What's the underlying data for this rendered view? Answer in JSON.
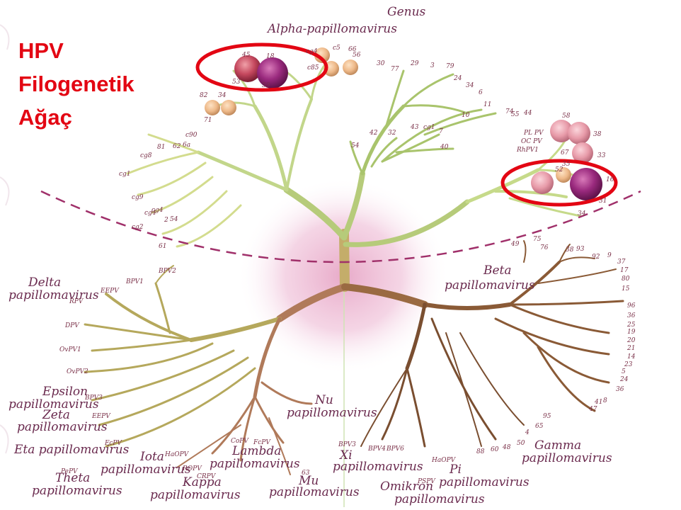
{
  "title_lines": [
    "HPV",
    "Filogenetik",
    "Ağaç"
  ],
  "colors": {
    "title": "#e30613",
    "highlight_ring": "#e30613",
    "dashed_line": "#a0306a",
    "upper_branch": "#b7d07a",
    "lower_left_branch": "#b3a65a",
    "lower_right_branch": "#8a5a36",
    "label": "#6a2a4e",
    "center_glow": "#e7a6c6"
  },
  "genus_labels": {
    "genus_word": "Genus",
    "alpha": "Alpha-papillomavirus",
    "beta_1": "Beta",
    "beta_2": "papillomavirus",
    "delta_1": "Delta",
    "delta_2": "papillomavirus",
    "epsilon_1": "Epsilon",
    "epsilon_2": "papillomavirus",
    "zeta_1": "Zeta",
    "zeta_2": "papillomavirus",
    "eta": "Eta papillomavirus",
    "theta_1": "Theta",
    "theta_2": "papillomavirus",
    "iota_1": "Iota",
    "iota_2": "papillomavirus",
    "kappa_1": "Kappa",
    "kappa_2": "papillomavirus",
    "lambda_1": "Lambda",
    "lambda_2": "papillomavirus",
    "mu_1": "Mu",
    "mu_2": "papillomavirus",
    "nu_1": "Nu",
    "nu_2": "papillomavirus",
    "xi_1": "Xi",
    "xi_2": "papillomavirus",
    "omikron_1": "Omikron",
    "omikron_2": "papillomavirus",
    "pi_1": "Pi",
    "pi_2": "papillomavirus",
    "gamma_1": "Gamma",
    "gamma_2": "papillomavirus"
  },
  "tip_labels": {
    "alpha_left": [
      "cg1",
      "cg8",
      "cg4",
      "cg9",
      "cg2",
      "cg4",
      "2",
      "54",
      "61",
      "c90",
      "81",
      "62",
      "6a"
    ],
    "alpha_top": [
      "82",
      "34",
      "71",
      "45",
      "18",
      "59",
      "c85",
      "cg4",
      "c5",
      "66",
      "56",
      "53",
      "30",
      "77",
      "29",
      "3",
      "79",
      "24",
      "34",
      "6",
      "10",
      "11",
      "74",
      "55",
      "44"
    ],
    "alpha_mid": [
      "42",
      "32",
      "43",
      "cg1",
      "7",
      "40",
      "54"
    ],
    "alpha_right": [
      "PL PV",
      "OC PV",
      "RhPV1",
      "58",
      "38",
      "67",
      "33",
      "52",
      "35",
      "16",
      "31",
      "34"
    ],
    "beta": [
      "49",
      "75",
      "76",
      "38",
      "93",
      "92",
      "9",
      "37",
      "17",
      "80",
      "15",
      "96",
      "36",
      "25",
      "19",
      "20",
      "21",
      "14",
      "23",
      "5",
      "24",
      "36",
      "8",
      "47"
    ],
    "lower_left": [
      "BPV2",
      "BPV1",
      "EEPV",
      "RPV",
      "DPV",
      "OvPV1",
      "OvPV2",
      "BPV3",
      "EEPV",
      "FcPV",
      "HaOPV",
      "PePV",
      "CoPV",
      "FcPV",
      "CRPV",
      "ROPV"
    ],
    "lower_right": [
      "BPV3",
      "BPV4",
      "BPV6",
      "HaOPV",
      "PSPV",
      "88",
      "60",
      "48",
      "50",
      "4",
      "65",
      "95",
      "41",
      "63"
    ]
  }
}
